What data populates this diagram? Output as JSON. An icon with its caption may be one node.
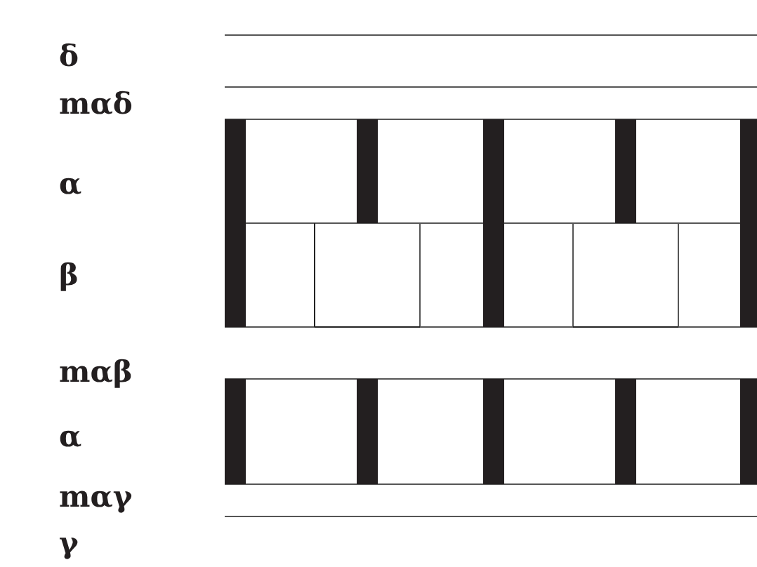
{
  "diagram": {
    "labels": [
      "δ",
      "mαδ",
      "α",
      "β",
      "mαβ",
      "α",
      "mαγ",
      "γ"
    ]
  }
}
